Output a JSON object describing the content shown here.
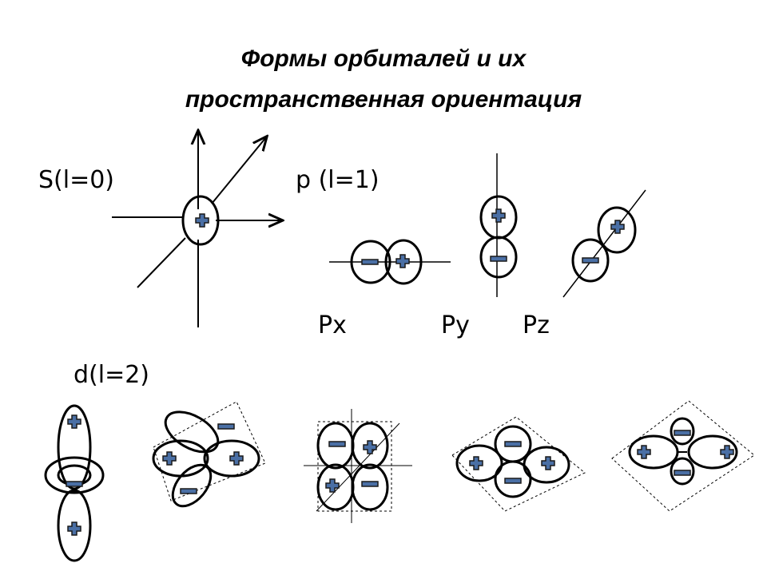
{
  "title": {
    "line1": "Формы орбиталей и их",
    "line2": "пространственная ориентация"
  },
  "labels": {
    "s": "S(l=0)",
    "p": "p (l=1)",
    "px": "Px",
    "py": "Py",
    "pz": "Pz",
    "d": "d(l=2)"
  },
  "colors": {
    "stroke": "#000000",
    "plus_fill": "#4a6fa5",
    "plus_outline": "#1a1a1a",
    "minus_fill": "#4a6fa5"
  },
  "signs": {
    "plus": "plus-sign",
    "minus": "minus-sign"
  }
}
